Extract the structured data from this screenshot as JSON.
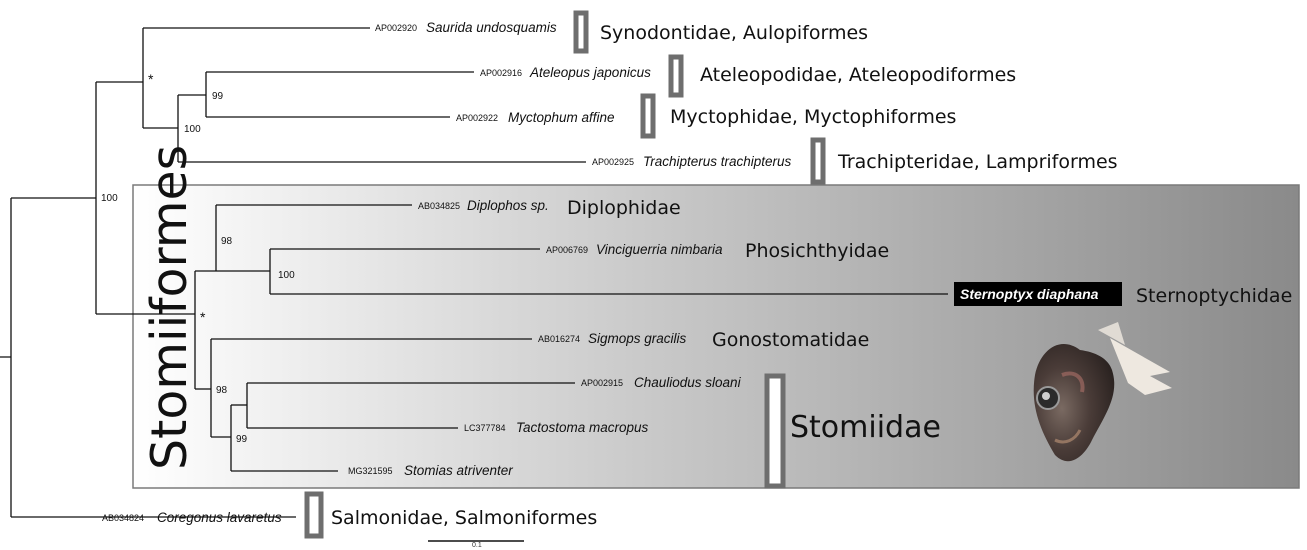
{
  "tree": {
    "taxa": [
      {
        "accession": "AP002920",
        "species": "Saurida undosquamis",
        "family": "Synodontidae, Aulopiformes"
      },
      {
        "accession": "AP002916",
        "species": "Ateleopus japonicus",
        "family": "Ateleopodidae, Ateleopodiformes"
      },
      {
        "accession": "AP002922",
        "species": "Myctophum affine",
        "family": "Myctophidae, Myctophiformes"
      },
      {
        "accession": "AP002925",
        "species": "Trachipterus trachipterus",
        "family": "Trachipteridae, Lampriformes"
      },
      {
        "accession": "AB034825",
        "species": "Diplophos sp.",
        "family": "Diplophidae"
      },
      {
        "accession": "AP006769",
        "species": "Vinciguerria nimbaria",
        "family": "Phosichthyidae"
      },
      {
        "accession": "",
        "species": "Sternoptyx diaphana",
        "family": "Sternoptychidae"
      },
      {
        "accession": "AB016274",
        "species": "Sigmops gracilis",
        "family": "Gonostomatidae"
      },
      {
        "accession": "AP002915",
        "species": "Chauliodus sloani",
        "family": ""
      },
      {
        "accession": "LC377784",
        "species": "Tactostoma macropus",
        "family": ""
      },
      {
        "accession": "MG321595",
        "species": "Stomias atriventer",
        "family": ""
      },
      {
        "accession": "AB034824",
        "species": "Coregonus lavaretus",
        "family": "Salmonidae, Salmoniformes"
      }
    ],
    "stomiidae_label": "Stomiidae",
    "order_label": "Stomiiformes",
    "support": {
      "node_outgroup": "*",
      "node_myct_atel": "99",
      "node_myct_trach": "100",
      "node_neoteleostei": "100",
      "node_stomiiformes": "*",
      "node_phosich_stern": "100",
      "node_diplo": "98",
      "node_stomiidae_gono": "98",
      "node_tact_stom": "99"
    },
    "scale_bar_label": "0.1",
    "colors": {
      "box_gradient_start": "#ffffff",
      "box_gradient_end": "#8a8a8a",
      "bracket": "#6e6e6e",
      "highlight_bg": "#000000",
      "highlight_text": "#ffffff"
    }
  }
}
